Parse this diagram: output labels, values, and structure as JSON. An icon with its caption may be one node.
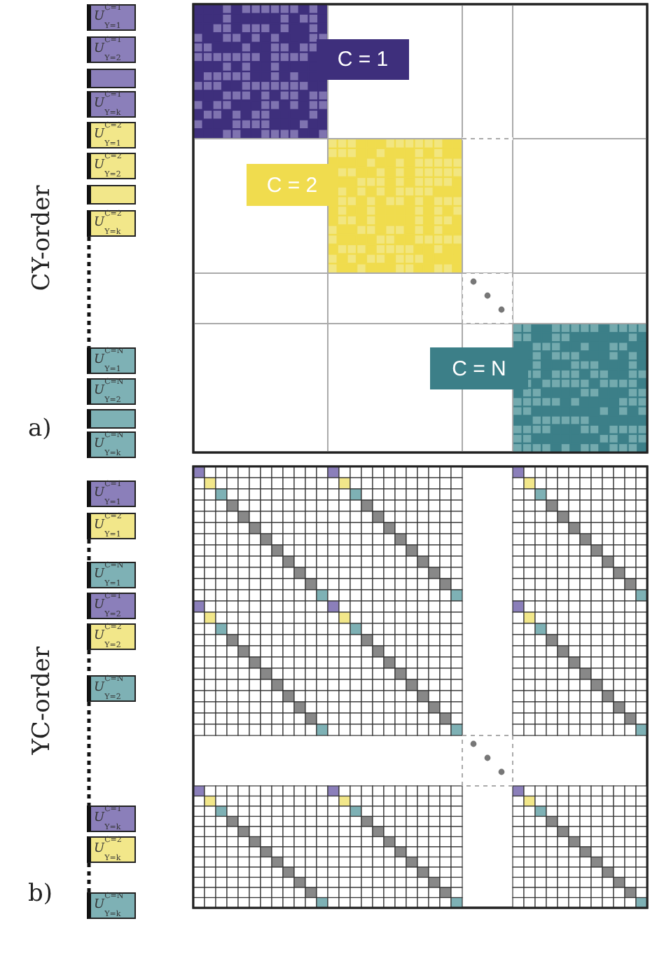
{
  "diagram": {
    "nodes": [
      {
        "text": [
          "*U*$^{C=1}$$_{Y=1}$"
        ]
      },
      {
        "text": [
          "*U*$^{C=1}$$_{Y=2}$"
        ]
      },
      {
        "text": [],
        "shape": "box"
      },
      {
        "text": [
          "*U*$^{C=1}$$_{Y=k}$"
        ]
      },
      {
        "text": [
          "*U*$^{C=2}$$_{Y=1}$"
        ]
      },
      {
        "text": [
          "*U*$^{C=2}$$_{Y=2}$"
        ]
      },
      {
        "text": [],
        "shape": "box"
      },
      {
        "text": [
          "*U*$^{C=2}$$_{Y=k}$"
        ]
      },
      {
        "text": [
          "*U*$^{C=N}$$_{Y=1}$"
        ]
      },
      {
        "text": [
          "*U*$^{C=N}$$_{Y=2}$"
        ]
      },
      {
        "text": [],
        "shape": "box"
      },
      {
        "text": [
          "*U*$^{C=N}$$_{Y=k}$"
        ]
      },
      {
        "text": [
          "C = 1"
        ]
      },
      {
        "text": [
          "C = 2"
        ]
      },
      {
        "text": [
          "C = N"
        ]
      },
      {
        "text": [
          "*U*$^{C=1}$$_{Y=1}$"
        ]
      },
      {
        "text": [
          "*U*$^{C=2}$$_{Y=1}$"
        ]
      },
      {
        "text": [
          "*U*$^{C=N}$$_{Y=1}$"
        ]
      },
      {
        "text": [
          "*U*$^{C=1}$$_{Y=2}$"
        ]
      },
      {
        "text": [
          "*U*$^{C=2}$$_{Y=2}$"
        ]
      },
      {
        "text": [
          "*U*$^{C=N}$$_{Y=2}$"
        ]
      },
      {
        "text": [
          "*U*$^{C=1}$$_{Y=k}$"
        ]
      },
      {
        "text": [
          "*U*$^{C=2}$$_{Y=k}$"
        ]
      },
      {
        "text": [
          "*U*$^{C=N}$$_{Y=k}$"
        ]
      }
    ],
    "edges": [
      {
        "from": 7,
        "to": 8,
        "arrow": "none",
        "style": "dashed"
      },
      {
        "from": 16,
        "to": 17,
        "arrow": "none",
        "style": "dashed"
      },
      {
        "from": 19,
        "to": 20,
        "arrow": "none",
        "style": "dashed"
      },
      {
        "from": 20,
        "to": 21,
        "arrow": "none",
        "style": "dashed"
      },
      {
        "from": 22,
        "to": 23,
        "arrow": "none",
        "style": "dashed"
      }
    ],
    "labels": [
      "CY-order",
      "a)",
      "YC-order",
      "b)"
    ]
  }
}
